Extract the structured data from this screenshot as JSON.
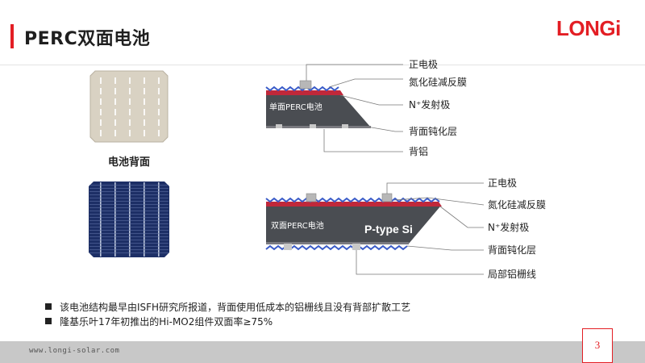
{
  "slide": {
    "title": "PERC双面电池",
    "logo": "LONGi",
    "back_label": "电池背面",
    "page_number": "3",
    "footer_url": "www.longi-solar.com"
  },
  "diagram_top": {
    "cell_label": "单面PERC电池",
    "callouts": [
      "正电极",
      "氮化硅减反膜",
      "N⁺发射极",
      "背面钝化层",
      "背铝"
    ]
  },
  "diagram_bottom": {
    "cell_label": "双面PERC电池",
    "substrate_label": "P-type Si",
    "callouts": [
      "正电极",
      "氮化硅减反膜",
      "N⁺发射极",
      "背面钝化层",
      "局部铝栅线"
    ]
  },
  "bullets": [
    "该电池结构最早由ISFH研究所报道，背面使用低成本的铝栅线且没有背部扩散工艺",
    "隆基乐叶17年初推出的Hi-MO2组件双面率≥75%"
  ],
  "colors": {
    "accent": "#e31e24",
    "cell_body": "#4a4d52",
    "passivation": "#7a7a80",
    "nitride": "#c0283a",
    "emitter": "#3a5bc8"
  }
}
